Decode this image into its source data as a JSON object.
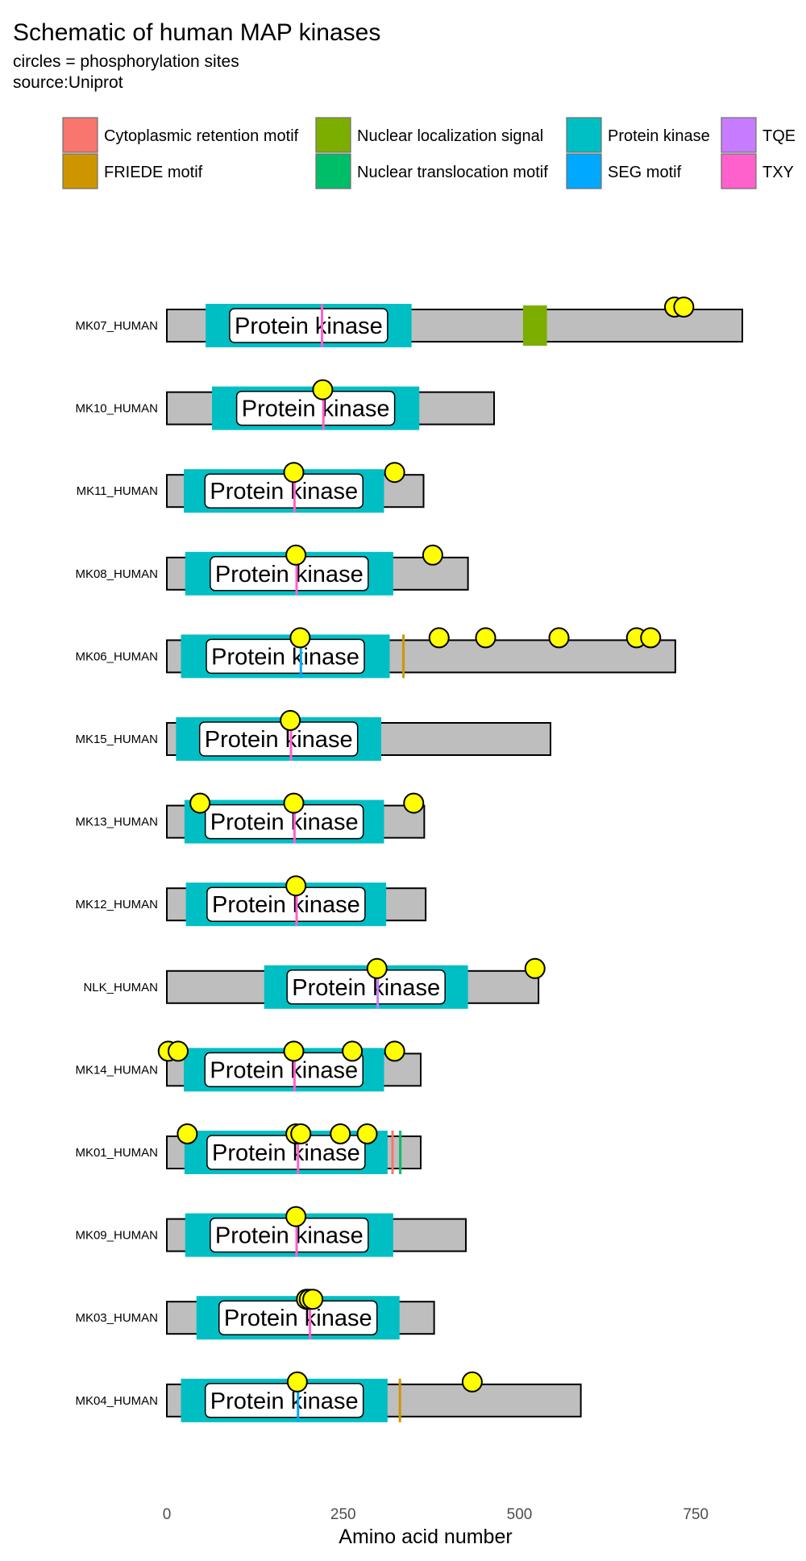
{
  "chart_data": {
    "type": "protein-domain-schematic",
    "title": "Schematic of human MAP kinases",
    "subtitle_lines": [
      "circles = phosphorylation sites",
      "source:Uniprot"
    ],
    "xlabel": "Amino acid number",
    "x_ticks": [
      0,
      250,
      500,
      750
    ],
    "xlim": [
      0,
      900
    ],
    "legend": {
      "placement": "top",
      "entries": [
        {
          "name": "Cytoplasmic retention motif",
          "color": "#F8766D"
        },
        {
          "name": "FRIEDE motif",
          "color": "#CD9600"
        },
        {
          "name": "Nuclear localization signal",
          "color": "#7CAE00"
        },
        {
          "name": "Nuclear translocation motif",
          "color": "#00BE67"
        },
        {
          "name": "Protein kinase",
          "color": "#00BFC4"
        },
        {
          "name": "SEG motif",
          "color": "#00A9FF"
        },
        {
          "name": "TQE",
          "color": "#C77CFF"
        },
        {
          "name": "TXY",
          "color": "#FF61CC"
        }
      ]
    },
    "colors": {
      "chain": "#BEBEBE",
      "chain_outline": "#000000",
      "phospho_fill": "#FFFF00",
      "phospho_outline": "#000000",
      "domain_label_bg": "#FFFFFF",
      "tick_text": "#4D4D4D"
    },
    "proteins": [
      {
        "name": "MK07_HUMAN",
        "length": 816,
        "domains": [
          {
            "type": "Protein kinase",
            "label": "Protein kinase",
            "start": 55,
            "end": 347
          }
        ],
        "motifs": [
          {
            "type": "TXY",
            "start": 219,
            "end": 221
          },
          {
            "type": "Nuclear localization signal",
            "start": 505,
            "end": 539
          }
        ],
        "phospho": [
          720,
          733
        ]
      },
      {
        "name": "MK10_HUMAN",
        "length": 464,
        "domains": [
          {
            "type": "Protein kinase",
            "label": "Protein kinase",
            "start": 64,
            "end": 358
          }
        ],
        "motifs": [
          {
            "type": "TXY",
            "start": 221,
            "end": 223
          }
        ],
        "phospho": [
          221
        ]
      },
      {
        "name": "MK11_HUMAN",
        "length": 364,
        "domains": [
          {
            "type": "Protein kinase",
            "label": "Protein kinase",
            "start": 24,
            "end": 308
          }
        ],
        "motifs": [
          {
            "type": "TXY",
            "start": 180,
            "end": 182
          }
        ],
        "phospho": [
          180,
          323
        ]
      },
      {
        "name": "MK08_HUMAN",
        "length": 427,
        "domains": [
          {
            "type": "Protein kinase",
            "label": "Protein kinase",
            "start": 26,
            "end": 321
          }
        ],
        "motifs": [
          {
            "type": "TXY",
            "start": 183,
            "end": 185
          }
        ],
        "phospho": [
          183,
          377
        ]
      },
      {
        "name": "MK06_HUMAN",
        "length": 721,
        "domains": [
          {
            "type": "Protein kinase",
            "label": "Protein kinase",
            "start": 20,
            "end": 316
          }
        ],
        "motifs": [
          {
            "type": "SEG motif",
            "start": 189,
            "end": 191
          },
          {
            "type": "FRIEDE motif",
            "start": 333,
            "end": 338
          }
        ],
        "phospho": [
          189,
          386,
          452,
          556,
          666,
          686
        ]
      },
      {
        "name": "MK15_HUMAN",
        "length": 544,
        "domains": [
          {
            "type": "Protein kinase",
            "label": "Protein kinase",
            "start": 13,
            "end": 304
          }
        ],
        "motifs": [
          {
            "type": "TXY",
            "start": 175,
            "end": 177
          }
        ],
        "phospho": [
          175
        ]
      },
      {
        "name": "MK13_HUMAN",
        "length": 365,
        "domains": [
          {
            "type": "Protein kinase",
            "label": "Protein kinase",
            "start": 25,
            "end": 308
          }
        ],
        "motifs": [
          {
            "type": "TXY",
            "start": 180,
            "end": 182
          }
        ],
        "phospho": [
          47,
          180,
          350
        ]
      },
      {
        "name": "MK12_HUMAN",
        "length": 367,
        "domains": [
          {
            "type": "Protein kinase",
            "label": "Protein kinase",
            "start": 27,
            "end": 311
          }
        ],
        "motifs": [
          {
            "type": "TXY",
            "start": 183,
            "end": 185
          }
        ],
        "phospho": [
          183
        ]
      },
      {
        "name": "NLK_HUMAN",
        "length": 527,
        "domains": [
          {
            "type": "Protein kinase",
            "label": "Protein kinase",
            "start": 138,
            "end": 427
          }
        ],
        "motifs": [
          {
            "type": "TQE",
            "start": 298,
            "end": 300
          }
        ],
        "phospho": [
          298,
          522
        ]
      },
      {
        "name": "MK14_HUMAN",
        "length": 360,
        "domains": [
          {
            "type": "Protein kinase",
            "label": "Protein kinase",
            "start": 24,
            "end": 308
          }
        ],
        "motifs": [
          {
            "type": "TXY",
            "start": 180,
            "end": 182
          }
        ],
        "phospho": [
          2,
          16,
          180,
          263,
          323
        ]
      },
      {
        "name": "MK01_HUMAN",
        "length": 360,
        "domains": [
          {
            "type": "Protein kinase",
            "label": "Protein kinase",
            "start": 25,
            "end": 313
          }
        ],
        "motifs": [
          {
            "type": "TXY",
            "start": 185,
            "end": 187
          },
          {
            "type": "Cytoplasmic retention motif",
            "start": 318,
            "end": 322
          },
          {
            "type": "Nuclear translocation motif",
            "start": 329,
            "end": 333
          }
        ],
        "phospho": [
          29,
          183,
          190,
          246,
          284
        ]
      },
      {
        "name": "MK09_HUMAN",
        "length": 424,
        "domains": [
          {
            "type": "Protein kinase",
            "label": "Protein kinase",
            "start": 26,
            "end": 321
          }
        ],
        "motifs": [
          {
            "type": "TXY",
            "start": 183,
            "end": 185
          }
        ],
        "phospho": [
          183
        ]
      },
      {
        "name": "MK03_HUMAN",
        "length": 379,
        "domains": [
          {
            "type": "Protein kinase",
            "label": "Protein kinase",
            "start": 42,
            "end": 330
          }
        ],
        "motifs": [
          {
            "type": "TXY",
            "start": 202,
            "end": 204
          }
        ],
        "phospho": [
          198,
          202,
          207
        ]
      },
      {
        "name": "MK04_HUMAN",
        "length": 587,
        "domains": [
          {
            "type": "Protein kinase",
            "label": "Protein kinase",
            "start": 20,
            "end": 313
          }
        ],
        "motifs": [
          {
            "type": "SEG motif",
            "start": 185,
            "end": 187
          },
          {
            "type": "FRIEDE motif",
            "start": 328,
            "end": 333
          }
        ],
        "phospho": [
          185,
          433
        ]
      }
    ]
  }
}
